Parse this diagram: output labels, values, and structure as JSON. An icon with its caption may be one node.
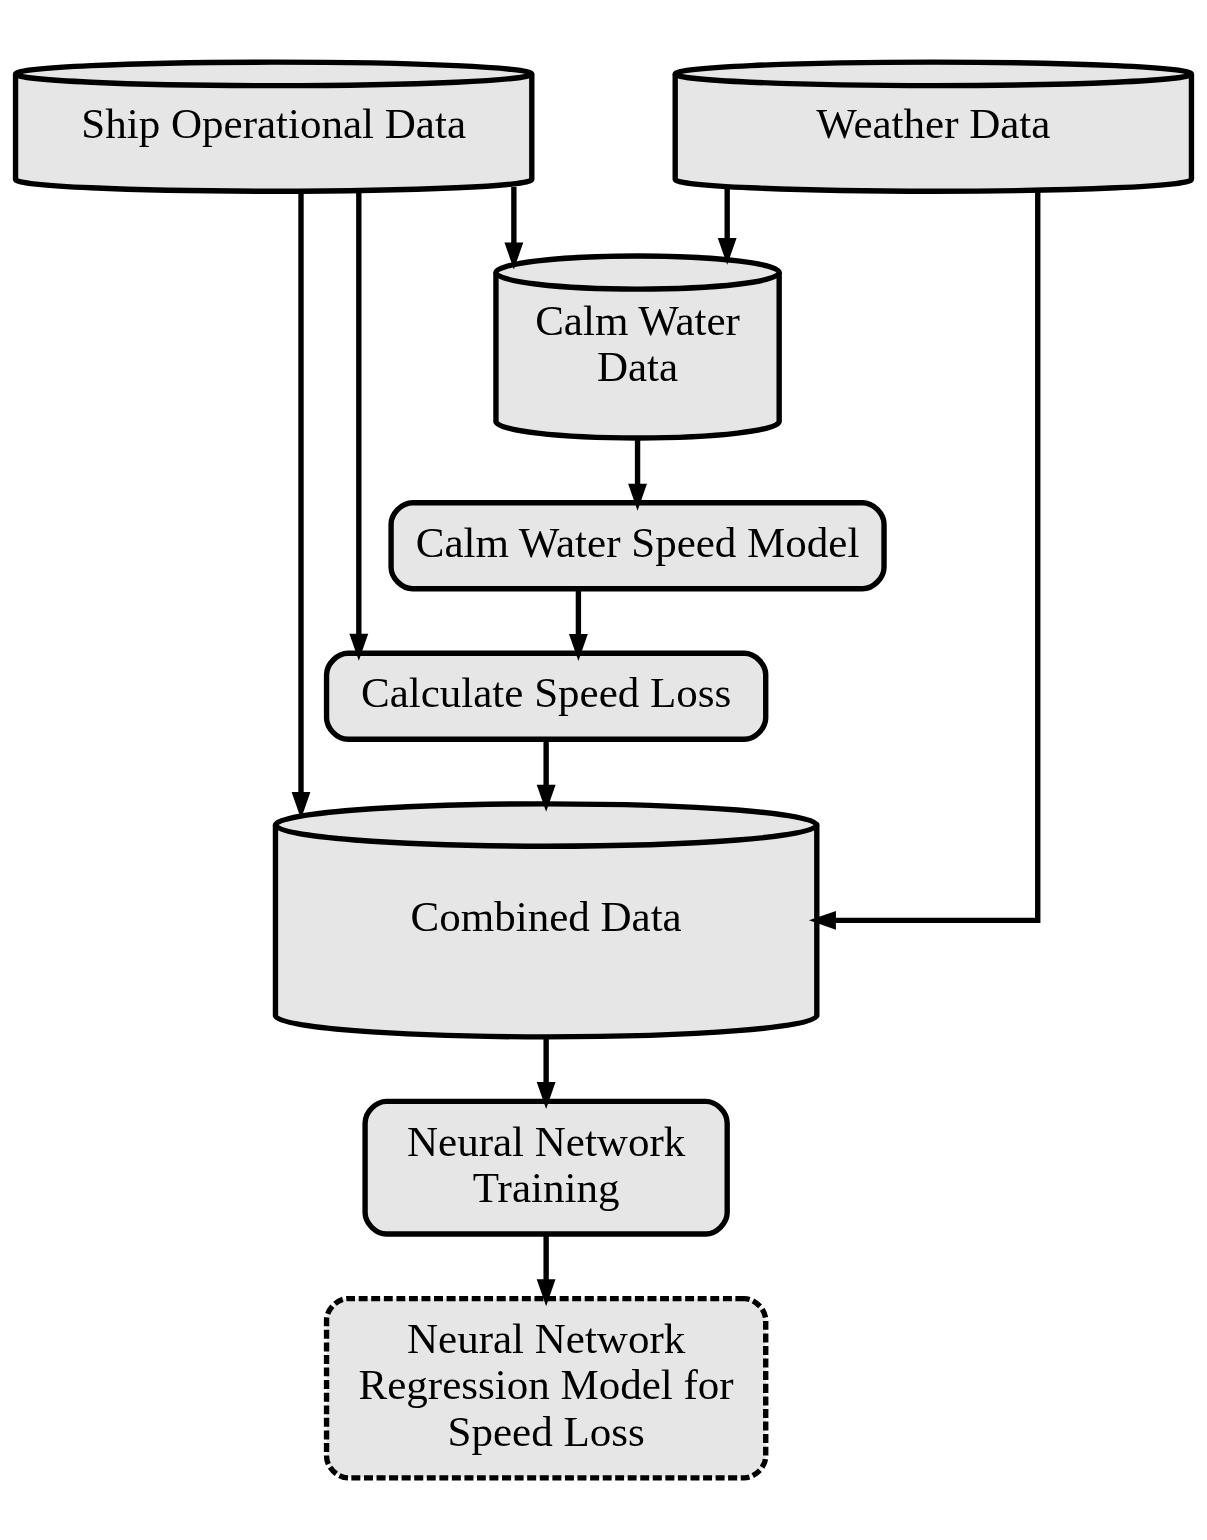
{
  "diagram": {
    "nodes": [
      {
        "text": [
          "Ship Operational Data"
        ]
      },
      {
        "text": [
          "Weather Data"
        ]
      },
      {
        "text": [
          "Calm Water Data"
        ]
      },
      {
        "text": [
          "Calm Water Speed Model"
        ]
      },
      {
        "text": [
          "Calculate Speed Loss"
        ]
      },
      {
        "text": [
          "Combined Data"
        ]
      },
      {
        "text": [
          "Neural Network Training"
        ]
      },
      {
        "text": [
          "Neural Network Regression Model for Speed Loss"
        ]
      }
    ],
    "edges": [
      {
        "from": 0,
        "to": 2,
        "arrow": "to"
      },
      {
        "from": 1,
        "to": 2,
        "arrow": "to"
      },
      {
        "from": 2,
        "to": 3,
        "arrow": "to"
      },
      {
        "from": 3,
        "to": 4,
        "arrow": "to"
      },
      {
        "from": 0,
        "to": 4,
        "arrow": "to"
      },
      {
        "from": 4,
        "to": 5,
        "arrow": "to"
      },
      {
        "from": 0,
        "to": 5,
        "arrow": "to"
      },
      {
        "from": 1,
        "to": 5,
        "arrow": "to"
      },
      {
        "from": 5,
        "to": 6,
        "arrow": "to"
      },
      {
        "from": 6,
        "to": 7,
        "arrow": "to"
      }
    ]
  }
}
